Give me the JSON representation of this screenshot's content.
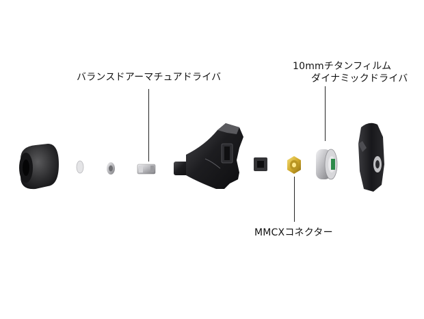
{
  "labels": {
    "balanced_armature": "バランスドアーマチュアドライバ",
    "dynamic_driver_line1": "10mmチタンフィルム",
    "dynamic_driver_line2": "ダイナミックドライバ",
    "mmcx_connector": "MMCXコネクター"
  },
  "colors": {
    "background": "#ffffff",
    "label_text": "#111111",
    "leader_line": "#222222",
    "housing_dark": "#1c1c1e",
    "metal_silver": "#c9c9cc",
    "connector_gold": "#d9b531",
    "pcb_green": "#2e8a4a"
  },
  "components": [
    "ear-tip",
    "filter-disc",
    "damper-nut",
    "balanced-armature-driver",
    "front-housing-nozzle",
    "square-gasket",
    "mmcx-connector",
    "dynamic-driver",
    "rear-faceplate"
  ]
}
